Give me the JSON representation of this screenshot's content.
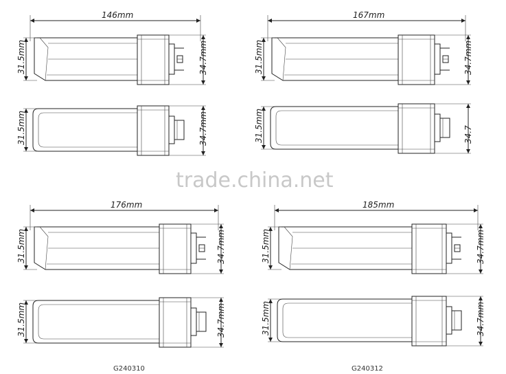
{
  "watermark": "trade.china.net",
  "lamps": [
    {
      "id": "a",
      "length_label": "146mm",
      "height_label": "31.5mm",
      "cap_label": "34.7mm",
      "cap_label_side": "34.7mm"
    },
    {
      "id": "b",
      "length_label": "167mm",
      "height_label": "31.5mm",
      "cap_label": "34.7mm",
      "cap_label_side": "34.7"
    },
    {
      "id": "c",
      "length_label": "176mm",
      "height_label": "31.5mm",
      "cap_label": "34.7mm",
      "cap_label_side": "34.7mm"
    },
    {
      "id": "d",
      "length_label": "185mm",
      "height_label": "31.5mm",
      "cap_label": "34.7mm",
      "cap_label_side": "34.7mm"
    }
  ],
  "captions": {
    "left": "G240310",
    "right": "G240312"
  }
}
